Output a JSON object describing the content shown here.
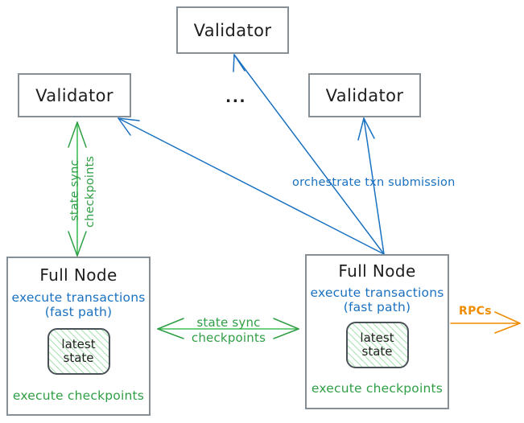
{
  "diagram": {
    "title": "Sui network topology: validators, full nodes, state sync and RPCs",
    "colors": {
      "blue": "#1971c2",
      "green": "#2f9e44",
      "orange": "#f08c00",
      "box_border": "#868e96",
      "inner_border": "#495057",
      "text": "#1e1e1e",
      "background": "#ffffff"
    },
    "nodes": {
      "validator_top": {
        "label": "Validator"
      },
      "validator_left": {
        "label": "Validator"
      },
      "validator_right": {
        "label": "Validator"
      },
      "ellipsis": {
        "label": "..."
      },
      "fullnode_left": {
        "title": "Full Node",
        "blue_line_1": "execute transactions",
        "blue_line_2": "(fast path)",
        "inner_line_1": "latest",
        "inner_line_2": "state",
        "green_line": "execute checkpoints"
      },
      "fullnode_right": {
        "title": "Full Node",
        "blue_line_1": "execute transactions",
        "blue_line_2": "(fast path)",
        "inner_line_1": "latest",
        "inner_line_2": "state",
        "green_line": "execute checkpoints"
      }
    },
    "edges": {
      "orchestrate": {
        "label": "orchestrate txn submission",
        "color": "#1971c2"
      },
      "state_sync_vertical": {
        "line_1": "state sync",
        "line_2": "checkpoints",
        "color": "#2f9e44"
      },
      "state_sync_horizontal": {
        "line_1": "state sync",
        "line_2": "checkpoints",
        "color": "#2f9e44"
      },
      "rpcs": {
        "label": "RPCs",
        "color": "#f08c00"
      }
    }
  }
}
